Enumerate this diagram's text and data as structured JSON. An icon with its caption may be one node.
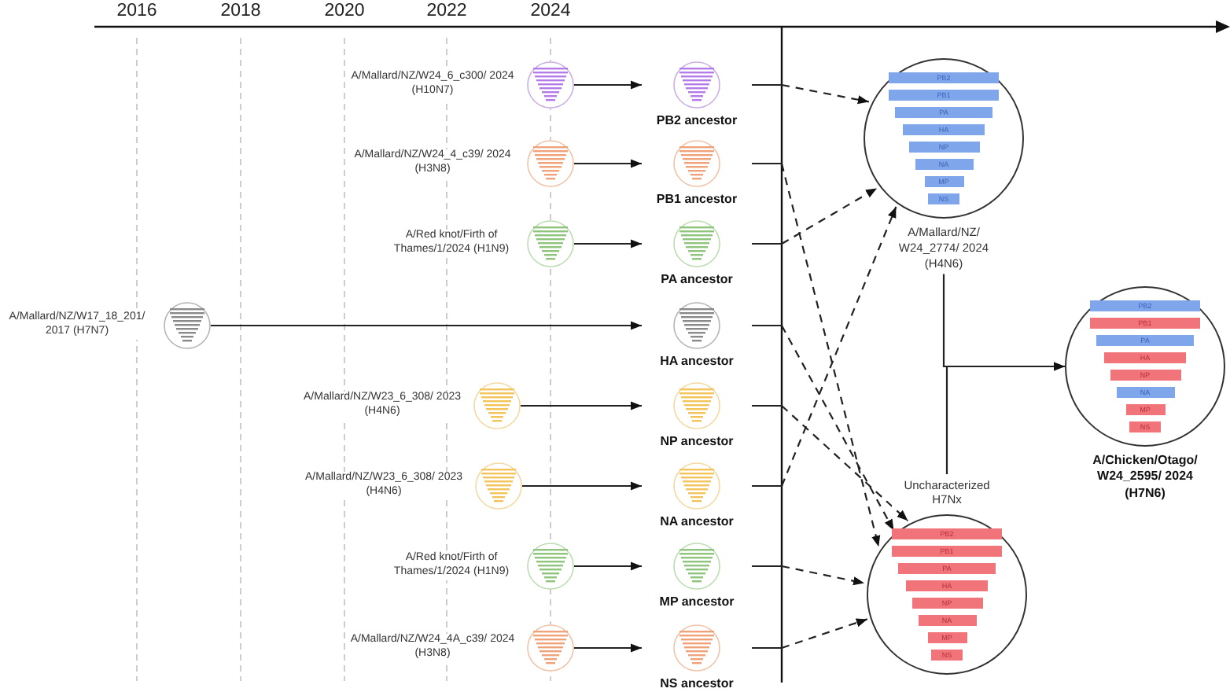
{
  "diagram": {
    "nodes": [
      {
        "text": [
          "A/Mallard/NZ/W24_6_c300/ 2024 (H10N7)"
        ]
      },
      {
        "text": [
          "PB2 ancestor"
        ]
      },
      {
        "text": [
          "A/Mallard/NZ/W24_4_c39/ 2024 (H3N8)"
        ]
      },
      {
        "text": [
          "PB1 ancestor"
        ]
      },
      {
        "text": [
          "A/Red knot/Firth of Thames/1/2024 (H1N9)"
        ]
      },
      {
        "text": [
          "PA ancestor"
        ]
      },
      {
        "text": [
          "A/Mallard/NZ/W17_18_201/ 2017 (H7N7)"
        ]
      },
      {
        "text": [
          "HA ancestor"
        ]
      },
      {
        "text": [
          "A/Mallard/NZ/W23_6_308/ 2023 (H4N6)"
        ]
      },
      {
        "text": [
          "NP ancestor"
        ]
      },
      {
        "text": [
          "A/Mallard/NZ/W23_6_308/ 2023 (H4N6)"
        ]
      },
      {
        "text": [
          "NA ancestor"
        ]
      },
      {
        "text": [
          "A/Red knot/Firth of Thames/1/2024 (H1N9)"
        ]
      },
      {
        "text": [
          "MP ancestor"
        ]
      },
      {
        "text": [
          "A/Mallard/NZ/W24_4A_c39/ 2024 (H3N8)"
        ]
      },
      {
        "text": [
          "NS ancestor"
        ]
      },
      {
        "text": [
          "A/Mallard/NZ/ W24_2774/ 2024 (H4N6)"
        ]
      },
      {
        "text": [
          "PB2"
        ],
        "in": 16
      },
      {
        "text": [
          "PB1"
        ],
        "in": 16
      },
      {
        "text": [
          "PA"
        ],
        "in": 16
      },
      {
        "text": [
          "HA"
        ],
        "in": 16
      },
      {
        "text": [
          "NP"
        ],
        "in": 16
      },
      {
        "text": [
          "NA"
        ],
        "in": 16
      },
      {
        "text": [
          "MP"
        ],
        "in": 16
      },
      {
        "text": [
          "NS"
        ],
        "in": 16
      },
      {
        "text": [
          "A/Chicken/Otago/ W24_2595/ 2024 (H7N6)"
        ]
      },
      {
        "text": [
          "PB2"
        ],
        "in": 25
      },
      {
        "text": [
          "PB1"
        ],
        "in": 25
      },
      {
        "text": [
          "PA"
        ],
        "in": 25
      },
      {
        "text": [
          "HA"
        ],
        "in": 25
      },
      {
        "text": [
          "NP"
        ],
        "in": 25
      },
      {
        "text": [
          "NA"
        ],
        "in": 25
      },
      {
        "text": [
          "MP"
        ],
        "in": 25
      },
      {
        "text": [
          "NS"
        ],
        "in": 25
      },
      {
        "text": [
          "Uncharacterized H7Nx"
        ]
      },
      {
        "text": [
          "PB2"
        ],
        "in": 34
      },
      {
        "text": [
          "PB1"
        ],
        "in": 34
      },
      {
        "text": [
          "PA"
        ],
        "in": 34
      },
      {
        "text": [
          "HA"
        ],
        "in": 34
      },
      {
        "text": [
          "NP"
        ],
        "in": 34
      },
      {
        "text": [
          "NA"
        ],
        "in": 34
      },
      {
        "text": [
          "MP"
        ],
        "in": 34
      },
      {
        "text": [
          "NS"
        ],
        "in": 34
      }
    ],
    "edges": [
      {
        "from": 0,
        "to": 1,
        "arrow": "to"
      },
      {
        "from": 2,
        "to": 3,
        "arrow": "to"
      },
      {
        "from": 4,
        "to": 5,
        "arrow": "to"
      },
      {
        "from": 6,
        "to": 7,
        "arrow": "to"
      },
      {
        "from": 8,
        "to": 9,
        "arrow": "to"
      },
      {
        "from": 10,
        "to": 11,
        "arrow": "to"
      },
      {
        "from": 12,
        "to": 13,
        "arrow": "to"
      },
      {
        "from": 14,
        "to": 15,
        "arrow": "to"
      },
      {
        "from": 1,
        "to": 16,
        "arrow": "to",
        "style": "dashed"
      },
      {
        "from": 3,
        "to": 34,
        "arrow": "to",
        "style": "dashed"
      },
      {
        "from": 5,
        "to": 16,
        "arrow": "to",
        "style": "dashed"
      },
      {
        "from": 7,
        "to": 34,
        "arrow": "to",
        "style": "dashed"
      },
      {
        "from": 9,
        "to": 34,
        "arrow": "to",
        "style": "dashed"
      },
      {
        "from": 11,
        "to": 16,
        "arrow": "to",
        "style": "dashed"
      },
      {
        "from": 13,
        "to": 34,
        "arrow": "to",
        "style": "dashed"
      },
      {
        "from": 15,
        "to": 34,
        "arrow": "to",
        "style": "dashed"
      },
      {
        "from": 16,
        "to": 25,
        "arrow": "to"
      },
      {
        "from": 34,
        "to": 25,
        "arrow": "to"
      }
    ],
    "labels": [
      "2016",
      "2018",
      "2020",
      "2022",
      "2024"
    ]
  }
}
